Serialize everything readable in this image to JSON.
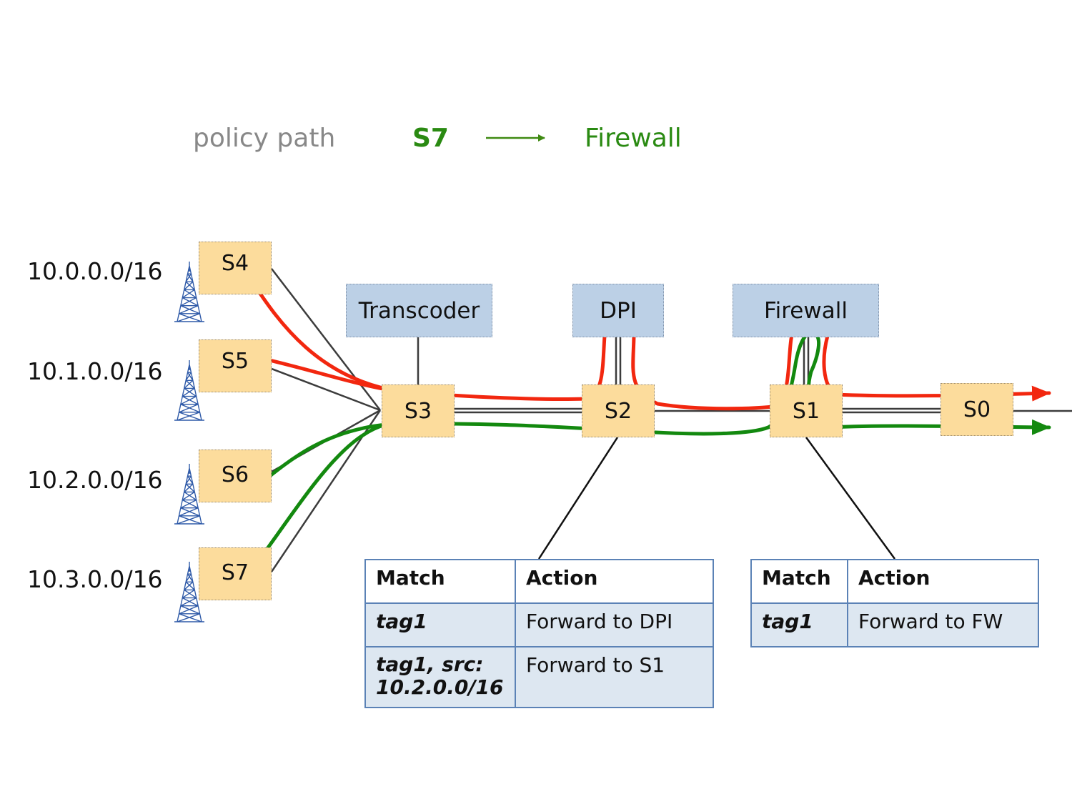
{
  "legend": {
    "label": "policy path",
    "source": "S7",
    "destination": "Firewall",
    "label_color": "#888888",
    "path_color": "#2a8a12"
  },
  "prefixes": [
    "10.0.0.0/16",
    "10.1.0.0/16",
    "10.2.0.0/16",
    "10.3.0.0/16"
  ],
  "icons": {
    "tower": "radio-tower-icon"
  },
  "switches": {
    "s4": "S4",
    "s5": "S5",
    "s6": "S6",
    "s7": "S7",
    "s3": "S3",
    "s2": "S2",
    "s1": "S1",
    "s0": "S0"
  },
  "middleboxes": {
    "transcoder": "Transcoder",
    "dpi": "DPI",
    "firewall": "Firewall"
  },
  "colors": {
    "switch_fill": "#fcdc9c",
    "middlebox_fill": "#bcd0e6",
    "red_path": "#f2270f",
    "green_path": "#13890f",
    "table_border": "#5b82b6"
  },
  "table_s2": {
    "header": {
      "match": "Match",
      "action": "Action"
    },
    "rows": [
      {
        "match": "tag1",
        "action": "Forward to DPI"
      },
      {
        "match": "tag1, src:",
        "match_line2": "10.2.0.0/16",
        "action": "Forward to S1"
      }
    ]
  },
  "table_s1": {
    "header": {
      "match": "Match",
      "action": "Action"
    },
    "rows": [
      {
        "match": "tag1",
        "action": "Forward to FW"
      }
    ]
  }
}
